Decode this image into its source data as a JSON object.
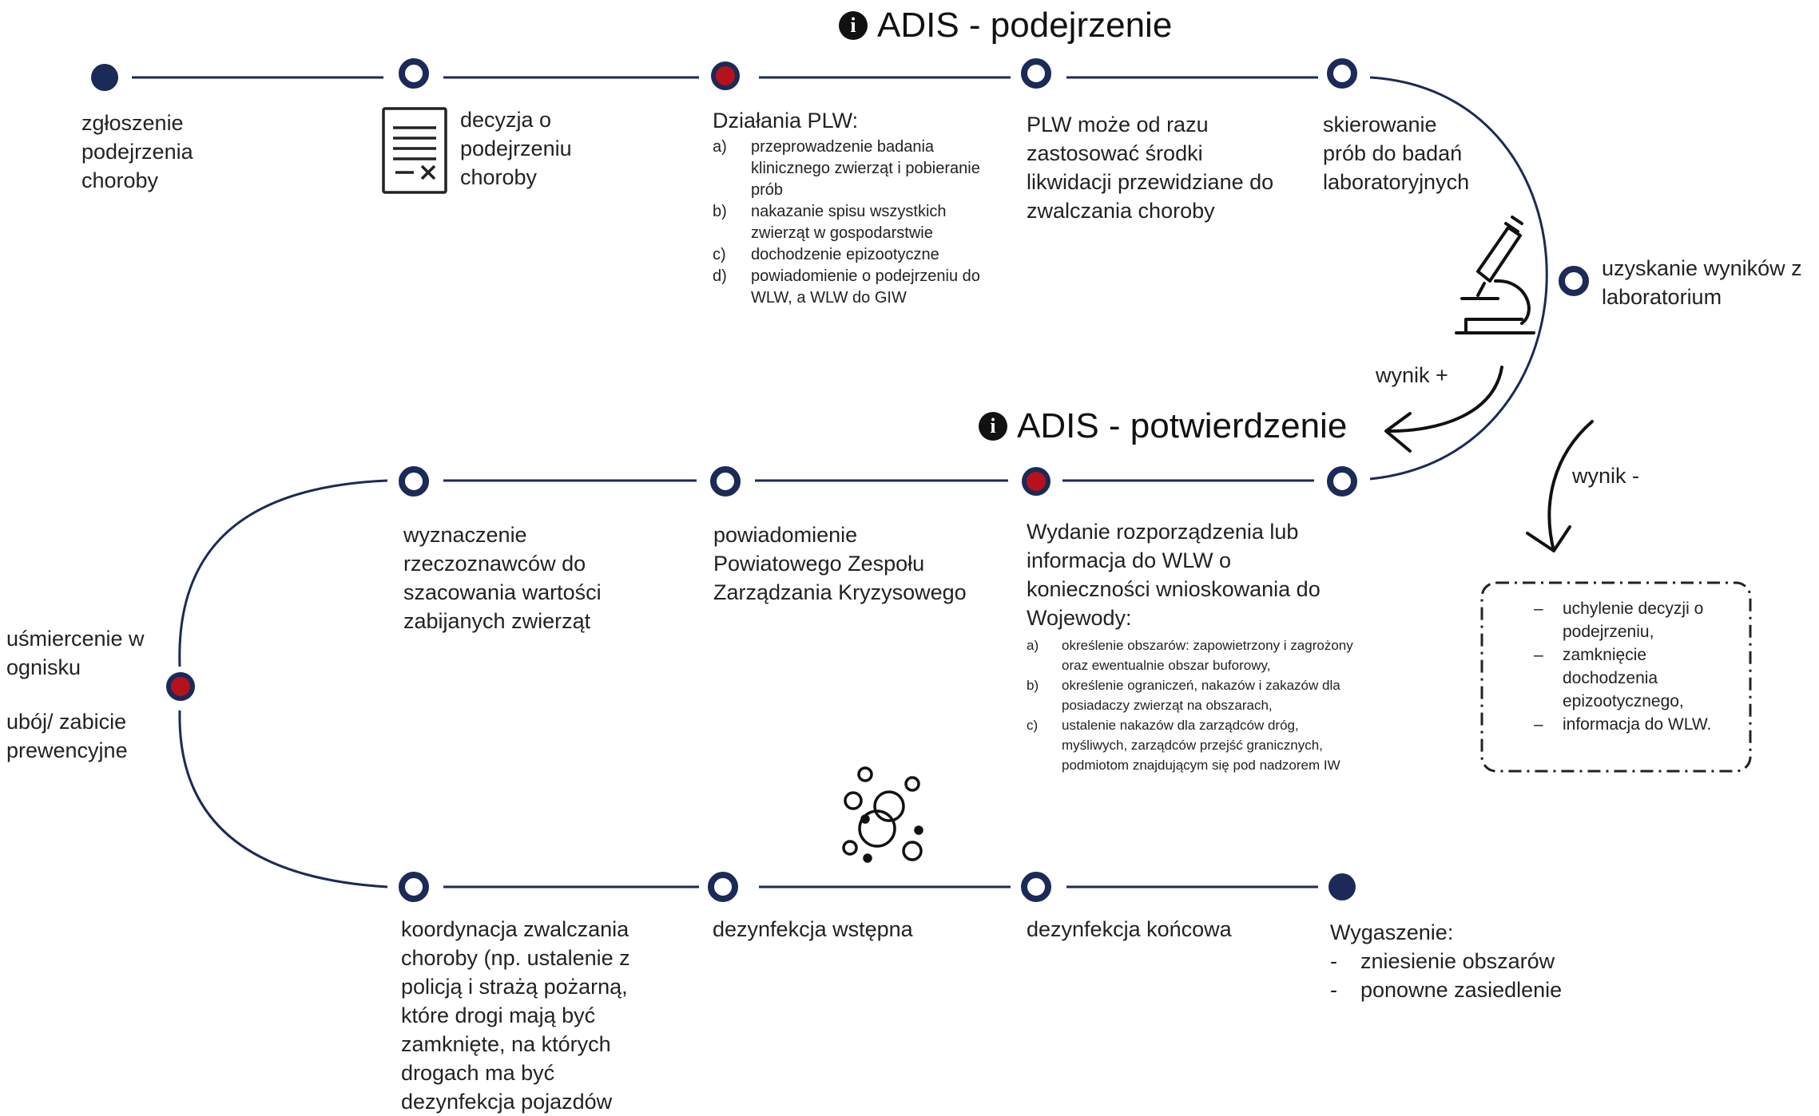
{
  "headings": {
    "suspicion": "ADIS - podejrzenie",
    "confirmation": "ADIS - potwierdzenie"
  },
  "top_row": {
    "report": "zgłoszenie\npodejrzenia\nchoroby",
    "decision": "decyzja o\npodejrzeniu\nchoroby",
    "plw_title": "Działania PLW:",
    "plw_items": [
      {
        "label": "a)",
        "text": "przeprowadzenie badania klinicznego zwierząt i pobieranie prób"
      },
      {
        "label": "b)",
        "text": "nakazanie spisu wszystkich zwierząt w gospodarstwie"
      },
      {
        "label": "c)",
        "text": "dochodzenie epizootyczne"
      },
      {
        "label": "d)",
        "text": "powiadomienie o podejrzeniu do WLW, a WLW do GIW"
      }
    ],
    "plw_measures": "PLW może od razu\nzastosować środki\nlikwidacji przewidziane do\nzwalczania choroby",
    "referral": "skierowanie\nprób do badań\nlaboratoryjnych"
  },
  "lab_result": "uzyskanie wyników z\nlaboratorium",
  "result_positive": "wynik +",
  "result_negative": "wynik -",
  "negative_box_items": [
    "uchylenie decyzji o podejrzeniu,",
    "zamknięcie dochodzenia epizootycznego,",
    "informacja do WLW."
  ],
  "middle_row": {
    "regulation_title": "Wydanie rozporządzenia lub\ninformacja do WLW o\nkonieczności wnioskowania do\nWojewody:",
    "regulation_items": [
      {
        "label": "a)",
        "text": "określenie obszarów: zapowietrzony i zagrożony oraz ewentualnie obszar buforowy,"
      },
      {
        "label": "b)",
        "text": "określenie ograniczeń, nakazów i zakazów dla posiadaczy zwierząt na obszarach,"
      },
      {
        "label": "c)",
        "text": "ustalenie nakazów dla zarządców dróg, myśliwych, zarządców przejść granicznych, podmiotom znajdującym się pod nadzorem IW"
      }
    ],
    "notify": "powiadomienie\nPowiatowego Zespołu\nZarządzania Kryzysowego",
    "appraisers": "wyznaczenie\nrzeczoznawców do\nszacowania wartości\nzabijanych zwierząt"
  },
  "left_side": {
    "killing": "uśmiercenie w\nognisku",
    "slaughter": "ubój/ zabicie\nprewencyjne"
  },
  "bottom_row": {
    "coordination": "koordynacja zwalczania\nchoroby (np. ustalenie z\npolicją i strażą pożarną,\nktóre drogi mają być\nzamknięte, na których\ndrogach ma być\ndezynfekcja pojazdów",
    "initial_disinfection": "dezynfekcja wstępna",
    "final_disinfection": "dezynfekcja końcowa",
    "expiry_title": "Wygaszenie:",
    "expiry_items": [
      "zniesienie obszarów",
      "ponowne zasiedlenie"
    ]
  },
  "colors": {
    "navy": "#1b2a57",
    "red_node": "#b5121b",
    "text": "#222222"
  },
  "icons": [
    "info-icon",
    "document-icon",
    "microscope-icon",
    "bubbles-icon",
    "arrow-icon"
  ]
}
